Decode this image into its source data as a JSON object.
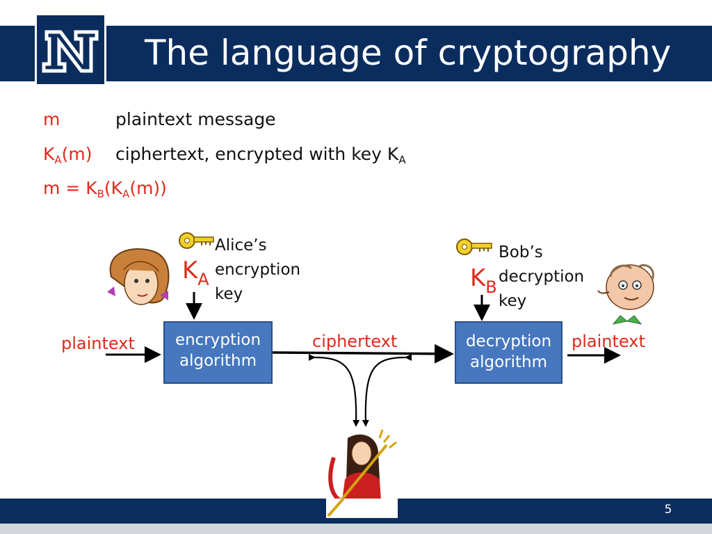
{
  "slide": {
    "title": "The language of cryptography",
    "page_number": "5",
    "logo_letter": "N"
  },
  "definitions": [
    {
      "symbol_main": "m",
      "symbol_sub": "",
      "symbol_tail": "",
      "description": "plaintext message",
      "desc_sub": ""
    },
    {
      "symbol_main": "K",
      "symbol_sub": "A",
      "symbol_tail": "(m)",
      "description": "ciphertext, encrypted with key K",
      "desc_sub": "A"
    }
  ],
  "equation": {
    "p1": "m = K",
    "s1": "B",
    "p2": "(K",
    "s2": "A",
    "p3": "(m))"
  },
  "diagram": {
    "plaintext_in": "plaintext",
    "ciphertext": "ciphertext",
    "plaintext_out": "plaintext",
    "encryption_box": [
      "encryption",
      "algorithm"
    ],
    "decryption_box": [
      "decryption",
      "algorithm"
    ],
    "alice_key": {
      "symbol": "K",
      "sub": "A",
      "lines": [
        "Alice’s",
        "encryption",
        "key"
      ]
    },
    "bob_key": {
      "symbol": "K",
      "sub": "B",
      "lines": [
        "Bob’s",
        "decryption",
        "key"
      ]
    }
  },
  "colors": {
    "navy": "#0b2d5e",
    "red": "#e0291b",
    "box_blue": "#4677bf",
    "key_gold": "#f2d02c"
  }
}
